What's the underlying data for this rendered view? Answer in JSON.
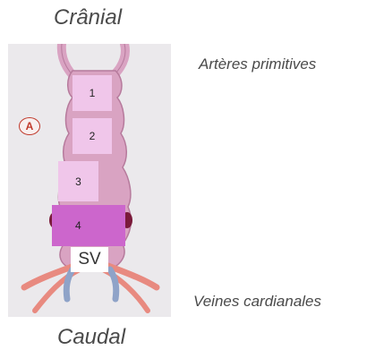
{
  "orientation": {
    "top": "Crânial",
    "bottom": "Caudal"
  },
  "annotations": {
    "arteries": "Artères primitives",
    "veins": "Veines cardianales"
  },
  "figure": {
    "badge": "A",
    "segments": [
      {
        "label": "1",
        "color": "#f0c6ea"
      },
      {
        "label": "2",
        "color": "#f0c6ea"
      },
      {
        "label": "3",
        "color": "#f0c6ea"
      },
      {
        "label": "4",
        "color": "#cc66cc"
      },
      {
        "label": "SV",
        "color": "#ffffff"
      }
    ],
    "colors": {
      "tube": "#d9a3c2",
      "tube_outline": "#b67a9c",
      "vein": "#e88a80",
      "vein_blue": "#8fa3c8",
      "dark_accent": "#7a1a3a",
      "panel_bg": "#ebe9ec"
    }
  }
}
